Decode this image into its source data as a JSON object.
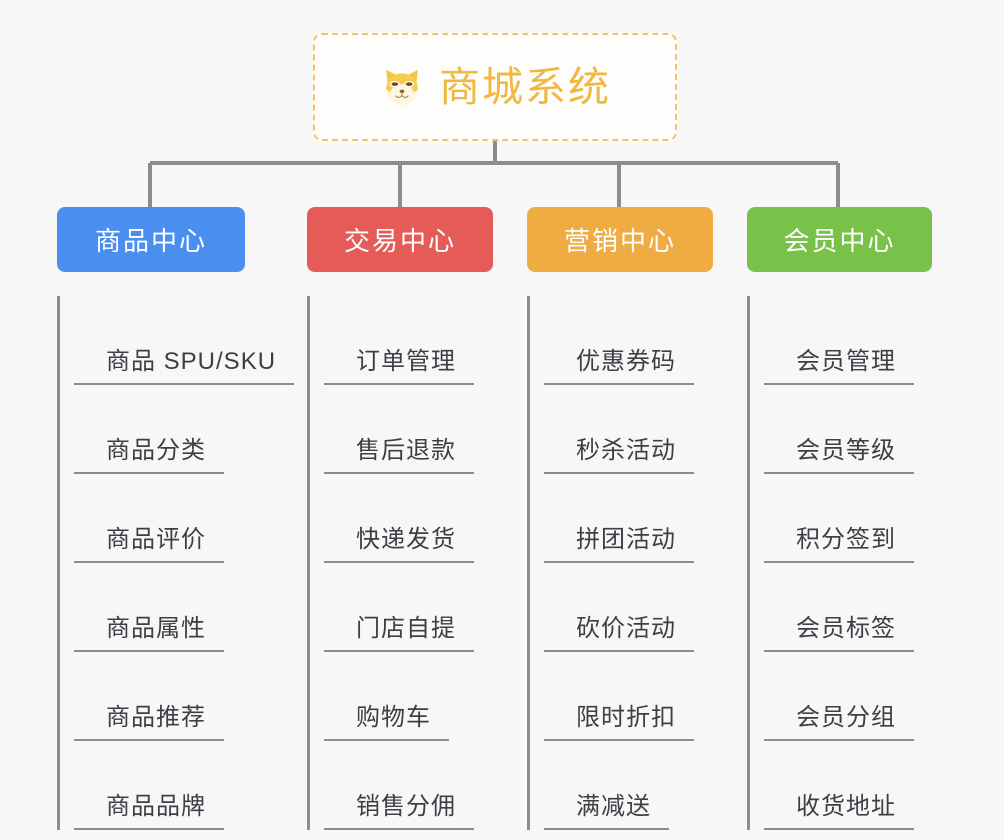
{
  "page": {
    "background_color": "#f7f7f7",
    "title": "商城系统",
    "layout": "org-chart"
  },
  "root": {
    "icon": "shiba-dog-emoji",
    "label": "商城系统",
    "text_color": "#f0b840",
    "border_color": "#f2c46a",
    "background_color": "#fdfdfc"
  },
  "connector": {
    "color": "#8c8c8c"
  },
  "columns": [
    {
      "id": "product-center",
      "label": "商品中心",
      "color": "#4a8ef0",
      "items": [
        {
          "label": "商品 SPU/SKU"
        },
        {
          "label": "商品分类"
        },
        {
          "label": "商品评价"
        },
        {
          "label": "商品属性"
        },
        {
          "label": "商品推荐"
        },
        {
          "label": "商品品牌"
        }
      ]
    },
    {
      "id": "trade-center",
      "label": "交易中心",
      "color": "#e55b58",
      "items": [
        {
          "label": "订单管理"
        },
        {
          "label": "售后退款"
        },
        {
          "label": "快递发货"
        },
        {
          "label": "门店自提"
        },
        {
          "label": "购物车"
        },
        {
          "label": "销售分佣"
        }
      ]
    },
    {
      "id": "marketing-center",
      "label": "营销中心",
      "color": "#eeac43",
      "items": [
        {
          "label": "优惠券码"
        },
        {
          "label": "秒杀活动"
        },
        {
          "label": "拼团活动"
        },
        {
          "label": "砍价活动"
        },
        {
          "label": "限时折扣"
        },
        {
          "label": "满减送"
        }
      ]
    },
    {
      "id": "member-center",
      "label": "会员中心",
      "color": "#79c24a",
      "items": [
        {
          "label": "会员管理"
        },
        {
          "label": "会员等级"
        },
        {
          "label": "积分签到"
        },
        {
          "label": "会员标签"
        },
        {
          "label": "会员分组"
        },
        {
          "label": "收货地址"
        }
      ]
    }
  ]
}
